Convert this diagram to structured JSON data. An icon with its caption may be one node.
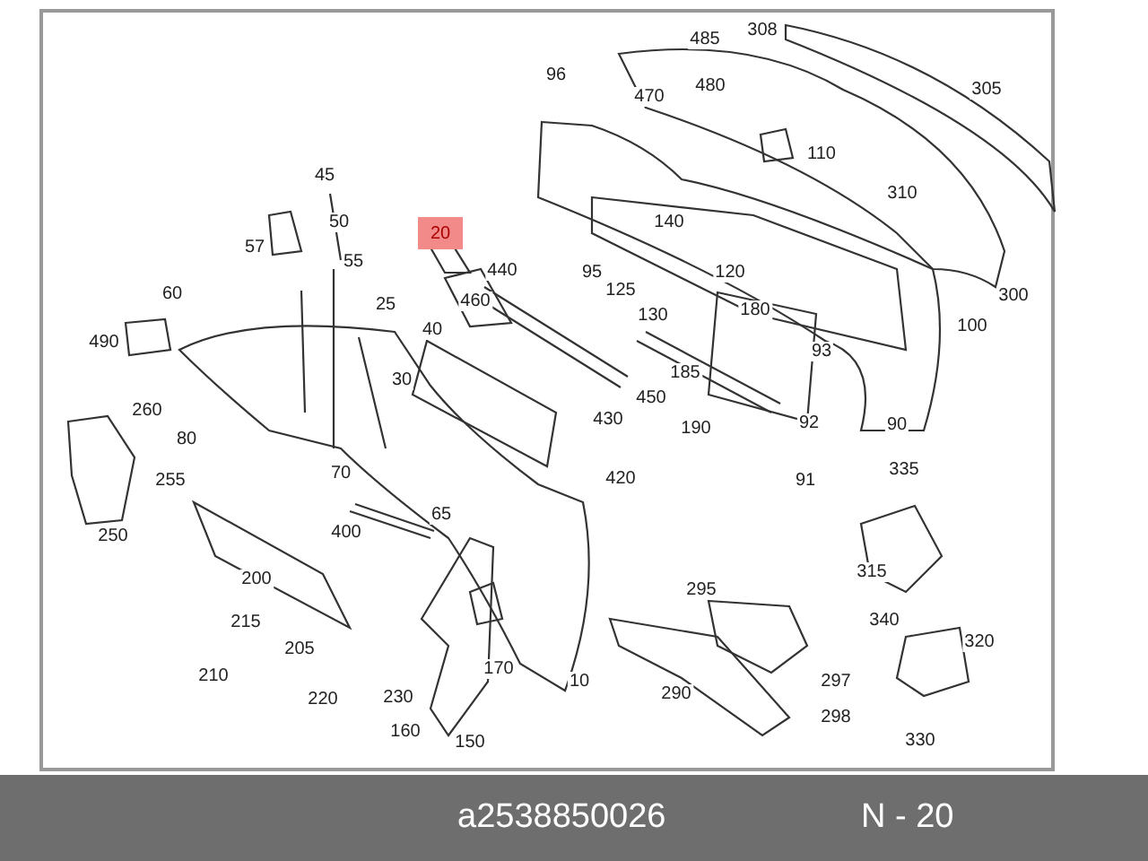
{
  "diagram": {
    "nodes": [
      {
        "text": [
          "20"
        ]
      }
    ],
    "edges": [],
    "labels": [
      "485",
      "308",
      "96",
      "470",
      "480",
      "305",
      "45",
      "110",
      "310",
      "57",
      "50",
      "140",
      "55",
      "440",
      "95",
      "120",
      "60",
      "25",
      "460",
      "125",
      "130",
      "180",
      "300",
      "490",
      "40",
      "93",
      "100",
      "30",
      "450",
      "185",
      "260",
      "80",
      "430",
      "190",
      "92",
      "90",
      "255",
      "70",
      "420",
      "91",
      "335",
      "250",
      "400",
      "65",
      "200",
      "295",
      "315",
      "215",
      "205",
      "340",
      "320",
      "210",
      "220",
      "230",
      "170",
      "10",
      "290",
      "297",
      "160",
      "150",
      "298",
      "330",
      "a2538850026",
      "N - 20"
    ]
  }
}
